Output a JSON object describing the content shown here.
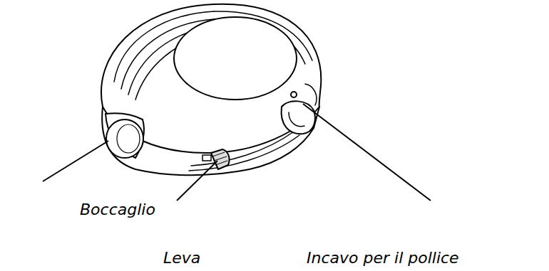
{
  "diagram": {
    "labels": [
      "Boccaglio",
      "Leva",
      "Incavo per il pollice"
    ]
  }
}
